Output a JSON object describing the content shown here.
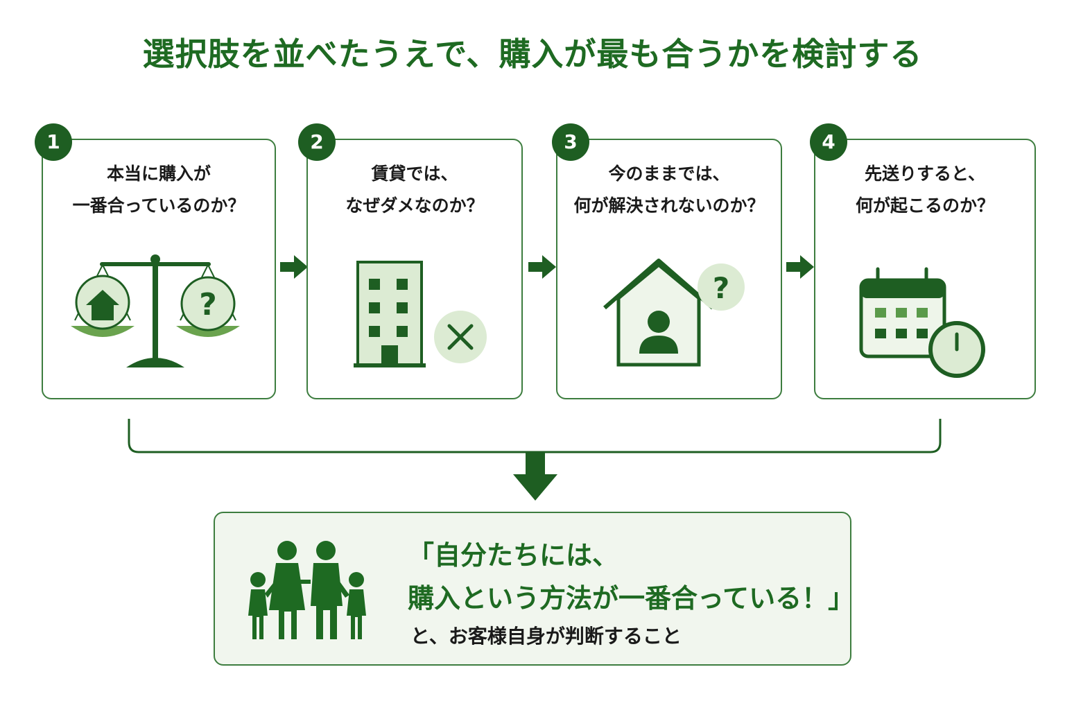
{
  "title": "選択肢を並べたうえで、購入が最も合うかを検討する",
  "steps": [
    {
      "number": "1",
      "lines": [
        "本当に購入が",
        "一番合っているのか？"
      ]
    },
    {
      "number": "2",
      "lines": [
        "賃貸では、",
        "なぜダメなのか？"
      ]
    },
    {
      "number": "3",
      "lines": [
        "今のままでは、",
        "何が解決されないのか？"
      ]
    },
    {
      "number": "4",
      "lines": [
        "先送りすると、",
        "何が起こるのか？"
      ]
    }
  ],
  "conclusion": {
    "line1": "「自分たちには、",
    "line2": "購入という方法が一番合っている！」",
    "line3": "と、お客様自身が判断すること"
  },
  "icons": {
    "step1": "scale-house-question-icon",
    "step2": "apartment-building-x-icon",
    "step3": "house-person-question-icon",
    "step4": "calendar-clock-icon",
    "conclusion": "family-icon"
  },
  "colors": {
    "dark_green": "#1e5e22",
    "title_green": "#1e6a22",
    "mid_green": "#5a9a4a",
    "light_green": "#dcebd3",
    "box_bg": "#f1f6ee"
  }
}
